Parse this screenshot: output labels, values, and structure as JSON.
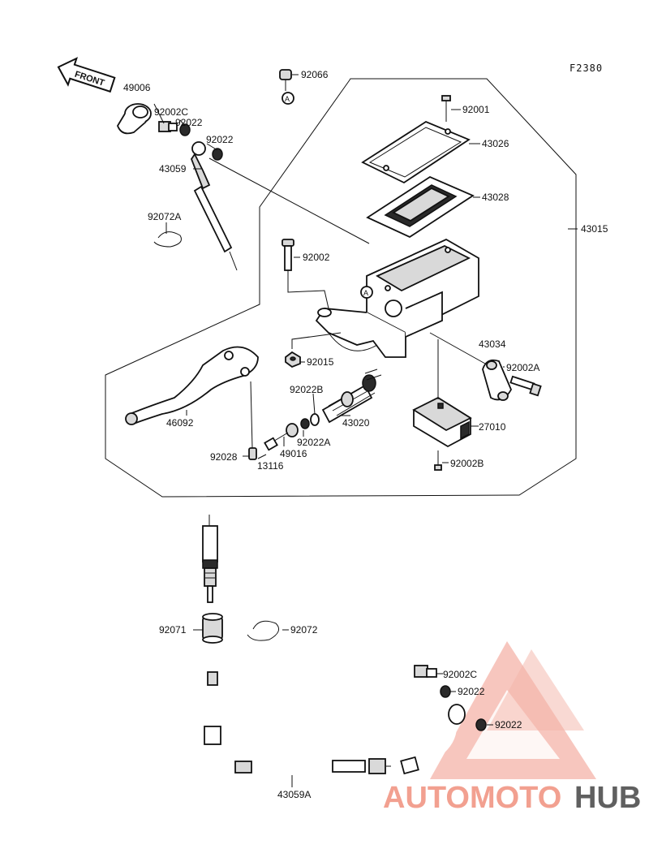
{
  "figure_code": "F2380",
  "front_arrow_text": "FRONT",
  "ref_marker": "A",
  "labels": {
    "p49006": "49006",
    "p92002C_top": "92002C",
    "p92022_a": "92022",
    "p92022_b": "92022",
    "p43059": "43059",
    "p92066": "92066",
    "p92001": "92001",
    "p43026": "43026",
    "p43028": "43028",
    "p43015": "43015",
    "p92072A": "92072A",
    "p92002": "92002",
    "p43034": "43034",
    "p92002A": "92002A",
    "p92015": "92015",
    "p92022B": "92022B",
    "p43020": "43020",
    "p92022A": "92022A",
    "p49016": "49016",
    "p46092": "46092",
    "p92028": "92028",
    "p13116": "13116",
    "p27010": "27010",
    "p92002B": "92002B",
    "p92071": "92071",
    "p92072": "92072",
    "p92002C_bot": "92002C",
    "p92022_c": "92022",
    "p92022_d": "92022",
    "p43059A": "43059A"
  },
  "watermark": {
    "part1": "AUTOMOTO",
    "part2": "HUB",
    "color_primary": "#f2a090",
    "color_secondary": "#606060"
  }
}
